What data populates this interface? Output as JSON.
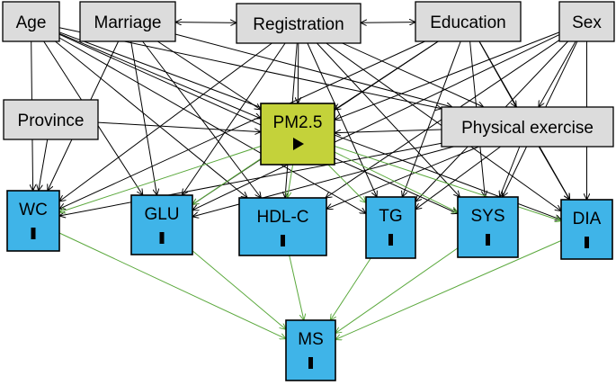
{
  "colors": {
    "gray_fill": "#dcdcdc",
    "blue_fill": "#3fb4e8",
    "yellow_fill": "#c4d23a",
    "black_edge": "#000000",
    "green_edge": "#5aa83c"
  },
  "nodes": [
    {
      "id": "age",
      "label": "Age",
      "kind": "gray"
    },
    {
      "id": "marriage",
      "label": "Marriage",
      "kind": "gray"
    },
    {
      "id": "registration",
      "label": "Registration",
      "kind": "gray"
    },
    {
      "id": "education",
      "label": "Education",
      "kind": "gray"
    },
    {
      "id": "sex",
      "label": "Sex",
      "kind": "gray"
    },
    {
      "id": "province",
      "label": "Province",
      "kind": "gray"
    },
    {
      "id": "pm25",
      "label": "PM2.5",
      "kind": "exposure",
      "marker": "play-icon"
    },
    {
      "id": "phys",
      "label": "Physical exercise",
      "kind": "gray"
    },
    {
      "id": "wc",
      "label": "WC",
      "kind": "outcome",
      "marker": "bar-icon"
    },
    {
      "id": "glu",
      "label": "GLU",
      "kind": "outcome",
      "marker": "bar-icon"
    },
    {
      "id": "hdlc",
      "label": "HDL-C",
      "kind": "outcome",
      "marker": "bar-icon"
    },
    {
      "id": "tg",
      "label": "TG",
      "kind": "outcome",
      "marker": "bar-icon"
    },
    {
      "id": "sys",
      "label": "SYS",
      "kind": "outcome",
      "marker": "bar-icon"
    },
    {
      "id": "dia",
      "label": "DIA",
      "kind": "outcome",
      "marker": "bar-icon"
    },
    {
      "id": "ms",
      "label": "MS",
      "kind": "outcome",
      "marker": "bar-icon"
    }
  ],
  "edges": [
    {
      "from": "registration",
      "to": "marriage",
      "color": "black",
      "bidirectional": true
    },
    {
      "from": "registration",
      "to": "education",
      "color": "black",
      "bidirectional": true
    },
    {
      "from": "age",
      "to": "wc",
      "color": "black"
    },
    {
      "from": "age",
      "to": "glu",
      "color": "black"
    },
    {
      "from": "age",
      "to": "hdlc",
      "color": "black"
    },
    {
      "from": "age",
      "to": "tg",
      "color": "black"
    },
    {
      "from": "age",
      "to": "sys",
      "color": "black"
    },
    {
      "from": "age",
      "to": "dia",
      "color": "black"
    },
    {
      "from": "age",
      "to": "pm25",
      "color": "black"
    },
    {
      "from": "age",
      "to": "phys",
      "color": "black"
    },
    {
      "from": "marriage",
      "to": "wc",
      "color": "black"
    },
    {
      "from": "marriage",
      "to": "glu",
      "color": "black"
    },
    {
      "from": "marriage",
      "to": "hdlc",
      "color": "black"
    },
    {
      "from": "marriage",
      "to": "pm25",
      "color": "black"
    },
    {
      "from": "marriage",
      "to": "phys",
      "color": "black"
    },
    {
      "from": "registration",
      "to": "wc",
      "color": "black"
    },
    {
      "from": "registration",
      "to": "glu",
      "color": "black"
    },
    {
      "from": "registration",
      "to": "hdlc",
      "color": "black"
    },
    {
      "from": "registration",
      "to": "tg",
      "color": "black"
    },
    {
      "from": "registration",
      "to": "sys",
      "color": "black"
    },
    {
      "from": "registration",
      "to": "dia",
      "color": "black"
    },
    {
      "from": "registration",
      "to": "pm25",
      "color": "black"
    },
    {
      "from": "registration",
      "to": "phys",
      "color": "black"
    },
    {
      "from": "education",
      "to": "wc",
      "color": "black"
    },
    {
      "from": "education",
      "to": "glu",
      "color": "black"
    },
    {
      "from": "education",
      "to": "tg",
      "color": "black"
    },
    {
      "from": "education",
      "to": "sys",
      "color": "black"
    },
    {
      "from": "education",
      "to": "dia",
      "color": "black"
    },
    {
      "from": "education",
      "to": "pm25",
      "color": "black"
    },
    {
      "from": "education",
      "to": "phys",
      "color": "black"
    },
    {
      "from": "sex",
      "to": "glu",
      "color": "black"
    },
    {
      "from": "sex",
      "to": "hdlc",
      "color": "black"
    },
    {
      "from": "sex",
      "to": "tg",
      "color": "black"
    },
    {
      "from": "sex",
      "to": "sys",
      "color": "black"
    },
    {
      "from": "sex",
      "to": "dia",
      "color": "black"
    },
    {
      "from": "sex",
      "to": "pm25",
      "color": "black"
    },
    {
      "from": "sex",
      "to": "phys",
      "color": "black"
    },
    {
      "from": "province",
      "to": "wc",
      "color": "black"
    },
    {
      "from": "province",
      "to": "pm25",
      "color": "black"
    },
    {
      "from": "phys",
      "to": "wc",
      "color": "black"
    },
    {
      "from": "phys",
      "to": "glu",
      "color": "black"
    },
    {
      "from": "phys",
      "to": "hdlc",
      "color": "black"
    },
    {
      "from": "phys",
      "to": "tg",
      "color": "black"
    },
    {
      "from": "phys",
      "to": "sys",
      "color": "black"
    },
    {
      "from": "phys",
      "to": "dia",
      "color": "black"
    },
    {
      "from": "phys",
      "to": "pm25",
      "color": "black"
    },
    {
      "from": "pm25",
      "to": "wc",
      "color": "green"
    },
    {
      "from": "pm25",
      "to": "glu",
      "color": "green"
    },
    {
      "from": "pm25",
      "to": "hdlc",
      "color": "green"
    },
    {
      "from": "pm25",
      "to": "tg",
      "color": "green"
    },
    {
      "from": "pm25",
      "to": "sys",
      "color": "green"
    },
    {
      "from": "pm25",
      "to": "dia",
      "color": "green"
    },
    {
      "from": "wc",
      "to": "ms",
      "color": "green"
    },
    {
      "from": "glu",
      "to": "ms",
      "color": "green"
    },
    {
      "from": "hdlc",
      "to": "ms",
      "color": "green"
    },
    {
      "from": "tg",
      "to": "ms",
      "color": "green"
    },
    {
      "from": "sys",
      "to": "ms",
      "color": "green"
    },
    {
      "from": "dia",
      "to": "ms",
      "color": "green"
    }
  ]
}
